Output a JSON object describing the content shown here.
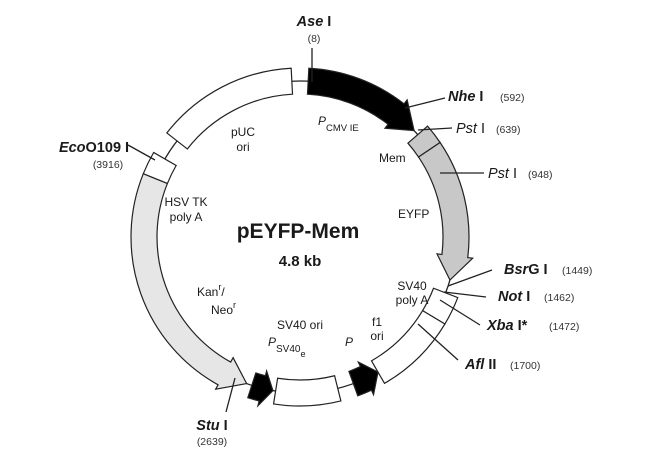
{
  "plasmid": {
    "name": "pEYFP-Mem",
    "size": "4.8 kb"
  },
  "features": {
    "pcmv": {
      "main": "P",
      "sub": "CMV  IE"
    },
    "puc": {
      "line1": "pUC",
      "line2": "ori"
    },
    "mem": "Mem",
    "eyfp": "EYFP",
    "hsv": {
      "line1": "HSV TK",
      "line2": "poly A"
    },
    "sv40polya": {
      "line1": "SV40",
      "line2": "poly A"
    },
    "f1": {
      "line1": "f1",
      "line2": "ori"
    },
    "kan": {
      "a": "Kan",
      "a_sup": "r",
      "a_tail": "/",
      "b": "Neo",
      "b_sup": "r"
    },
    "sv40ori": "SV40 ori",
    "psv40": {
      "main": "P",
      "sub": "SV40",
      "subsub": "e"
    },
    "p": "P"
  },
  "sites": {
    "ase": {
      "italic": "Ase",
      "plain": " I",
      "pos": "(8)"
    },
    "nhe": {
      "italic": "Nhe",
      "plain": " I",
      "pos": "(592)"
    },
    "pst1": {
      "italic": "Pst",
      "plain": " I",
      "pos": "(639)"
    },
    "pst2": {
      "italic": "Pst",
      "plain": " I",
      "pos": "(948)"
    },
    "bsrg": {
      "italic": "Bsr",
      "plain": "G I",
      "pos": "(1449)"
    },
    "not": {
      "italic": "Not",
      "plain": " I",
      "pos": "(1462)"
    },
    "xba": {
      "italic": "Xba",
      "plain": " I*",
      "pos": "(1472)"
    },
    "afl": {
      "italic": "Afl",
      "plain": " II",
      "pos": "(1700)"
    },
    "stu": {
      "italic": "Stu",
      "plain": " I",
      "pos": "(2639)"
    },
    "eco": {
      "italic": "Eco",
      "plain": "O109 I",
      "pos": "(3916)"
    }
  },
  "colors": {
    "black_feature": "#000000",
    "eyfp_fill": "#c8c8c8",
    "kan_fill": "#e6e6e6",
    "open_fill": "#ffffff",
    "outline": "#222222"
  }
}
